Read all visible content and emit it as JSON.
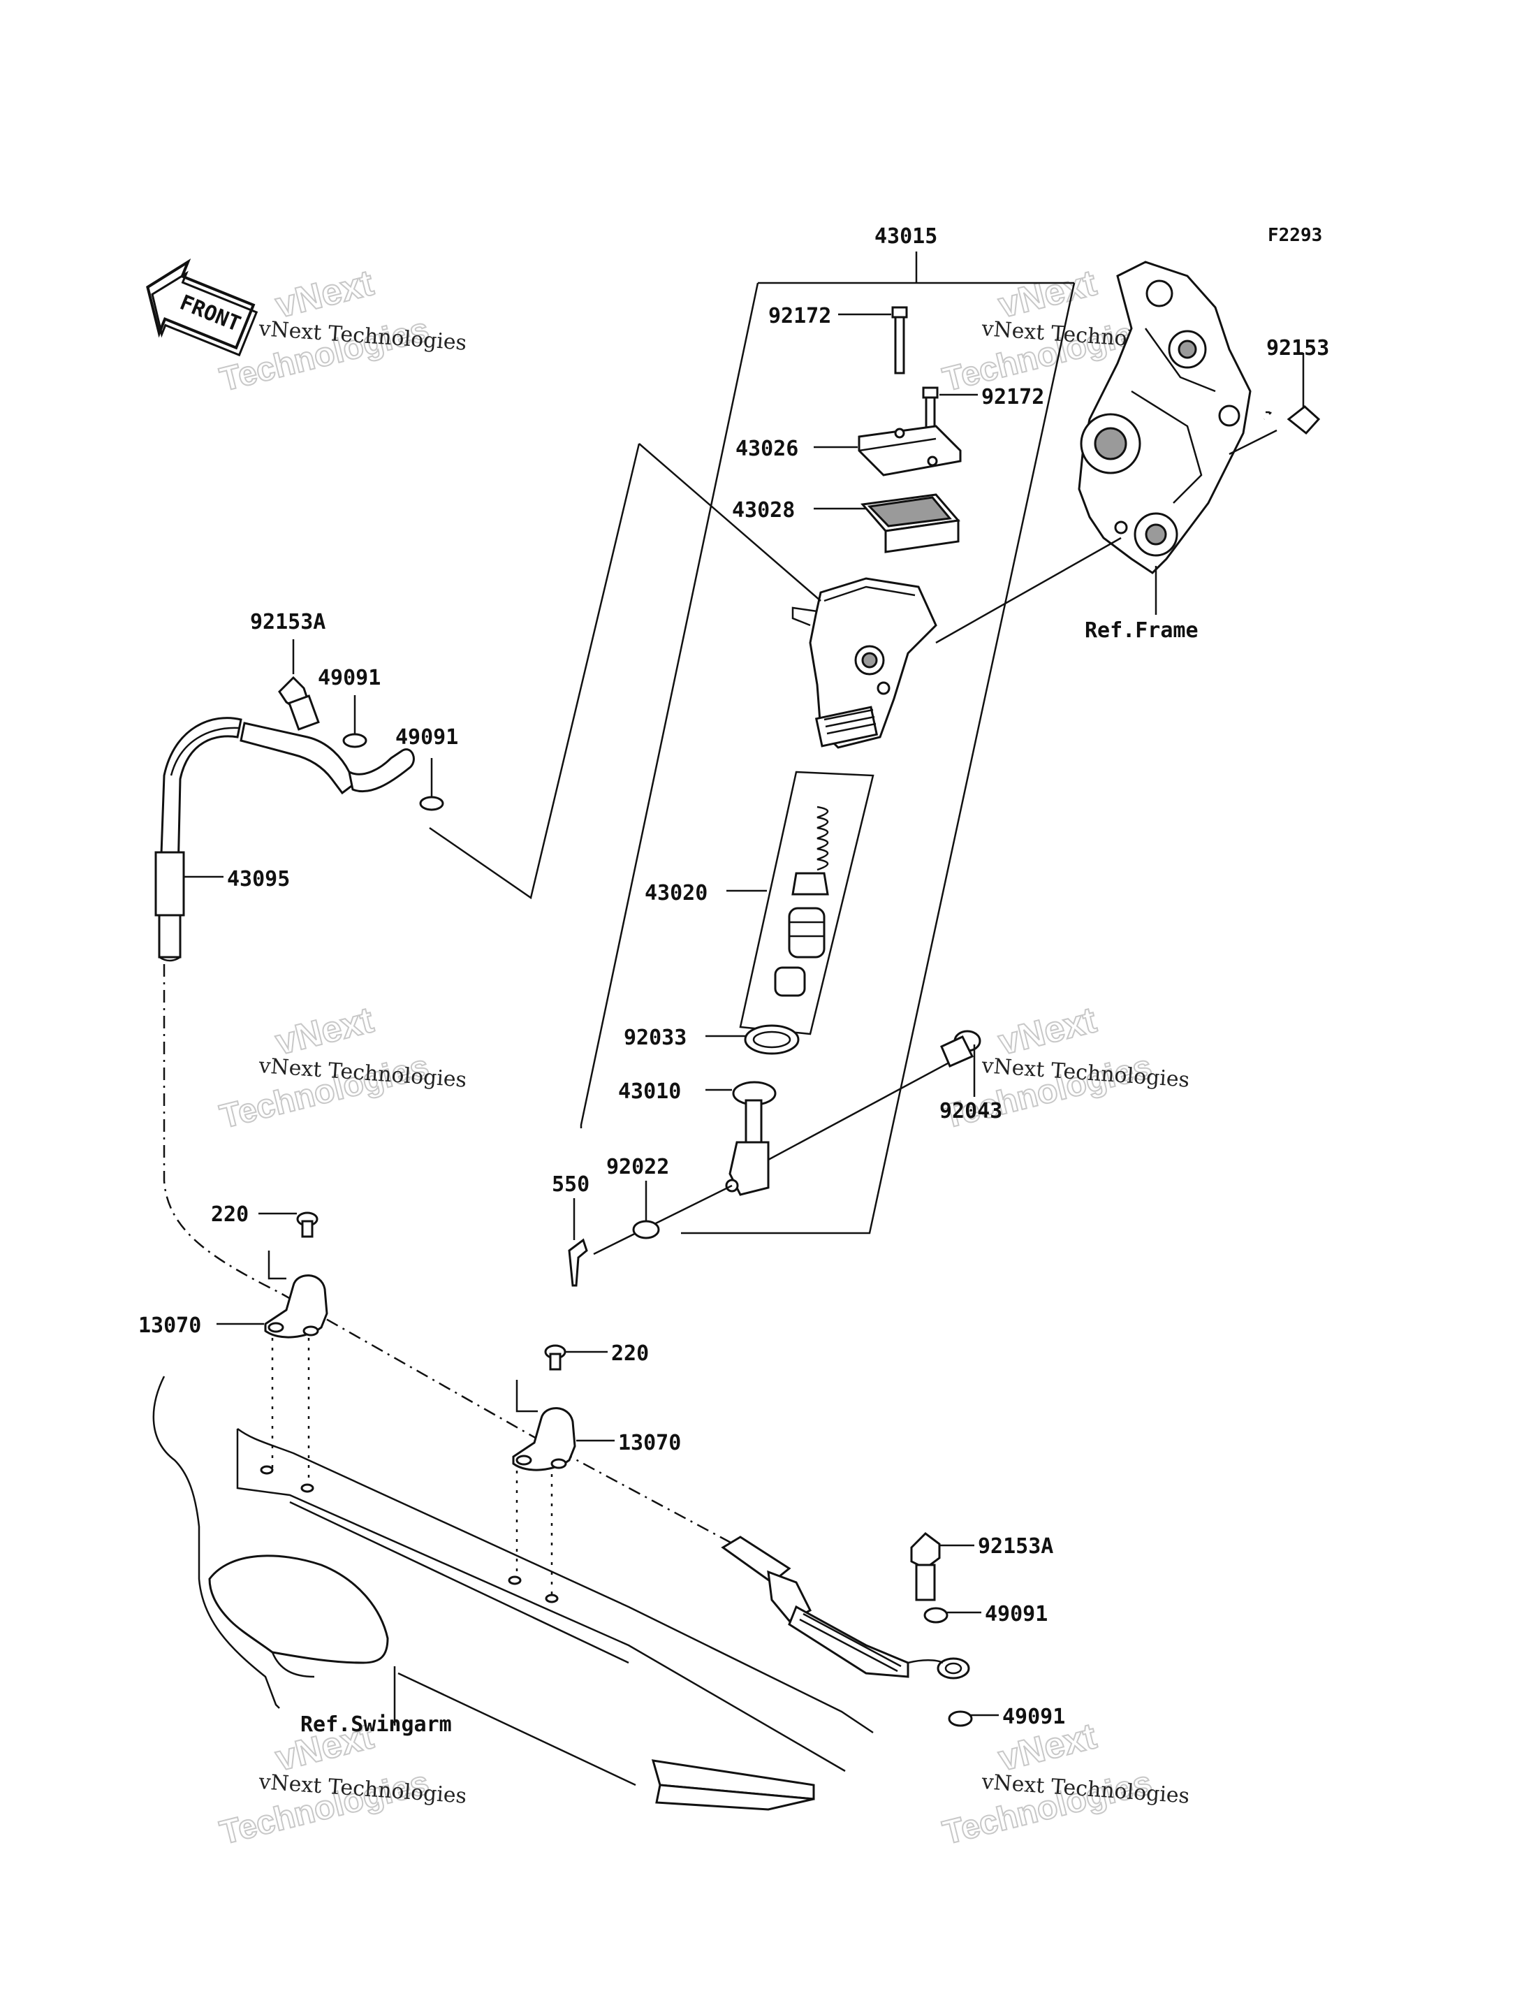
{
  "figure_code": "F2293",
  "front_label": "FRONT",
  "watermark": {
    "line1": "vNext Technologies",
    "line2": "vNext",
    "line3": "Technologies"
  },
  "refs": {
    "frame": "Ref.Frame",
    "swingarm": "Ref.Swingarm"
  },
  "part_labels": {
    "p43015": "43015",
    "p92172a": "92172",
    "p92172b": "92172",
    "p92153": "92153",
    "p43026": "43026",
    "p43028": "43028",
    "p92153A_top": "92153A",
    "p49091_a": "49091",
    "p49091_b": "49091",
    "p43095": "43095",
    "p43020": "43020",
    "p92033": "92033",
    "p43010": "43010",
    "p92043": "92043",
    "p550": "550",
    "p92022": "92022",
    "p220_a": "220",
    "p220_b": "220",
    "p13070_a": "13070",
    "p13070_b": "13070",
    "p92153A_bottom": "92153A",
    "p49091_c": "49091",
    "p49091_d": "49091"
  }
}
